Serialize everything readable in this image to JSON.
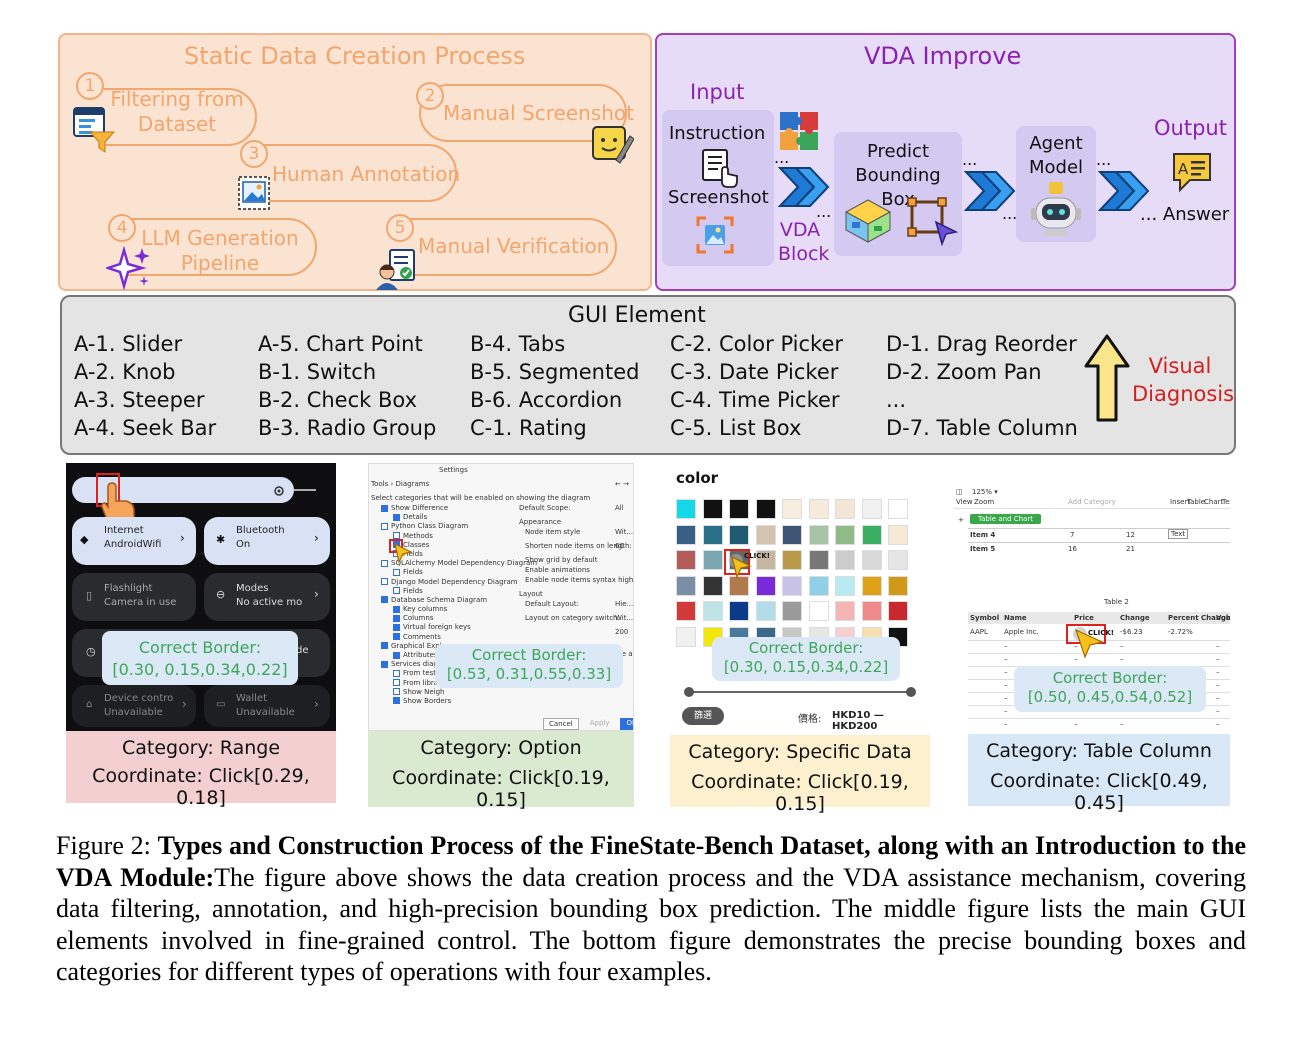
{
  "static_panel": {
    "title": "Static Data Creation Process",
    "steps": [
      {
        "num": "1",
        "label_lines": [
          "Filtering from",
          "Dataset"
        ]
      },
      {
        "num": "2",
        "label_lines": [
          "Manual Screenshot"
        ]
      },
      {
        "num": "3",
        "label_lines": [
          "Human Annotation"
        ]
      },
      {
        "num": "4",
        "label_lines": [
          "LLM Generation",
          "Pipeline"
        ]
      },
      {
        "num": "5",
        "label_lines": [
          "Manual Verification"
        ]
      }
    ]
  },
  "vda_panel": {
    "title": "VDA Improve",
    "input_label": "Input",
    "instruction_label": "Instruction",
    "screenshot_label": "Screenshot",
    "vda_block_lines": [
      "VDA",
      "Block"
    ],
    "predict_lines": [
      "Predict",
      "Bounding Box"
    ],
    "agent_lines": [
      "Agent",
      "Model"
    ],
    "output_label": "Output",
    "answer_label": "... Answer",
    "ellipsis": "..."
  },
  "gui_panel": {
    "title": "GUI Element",
    "columns": [
      [
        "A-1. Slider",
        "A-2. Knob",
        "A-3. Steeper",
        "A-4. Seek Bar"
      ],
      [
        "A-5. Chart Point",
        "B-1. Switch",
        "B-2. Check Box",
        "B-3.  Radio Group"
      ],
      [
        "B-4. Tabs",
        "B-5. Segmented",
        "B-6. Accordion",
        "C-1. Rating"
      ],
      [
        "C-2. Color Picker",
        "C-3. Date Picker",
        "C-4. Time Picker",
        "C-5. List Box"
      ],
      [
        "D-1. Drag Reorder",
        "D-2. Zoom Pan",
        "...",
        "D-7. Table Column"
      ]
    ],
    "visual_diagnosis_lines": [
      "Visual",
      "Diagnosis"
    ]
  },
  "examples": [
    {
      "correct_border_title": "Correct Border:",
      "correct_border_value": "[0.30, 0.15,0.34,0.22]",
      "category": "Category: Range",
      "coordinate": "Coordinate: Click[0.29, 0.18]",
      "bg": "#f3cfcf",
      "screen": {
        "tiles": [
          {
            "title": "Internet",
            "sub": "AndroidWifi"
          },
          {
            "title": "Bluetooth",
            "sub": "On"
          },
          {
            "title": "Flashlight",
            "sub": "Camera in use"
          },
          {
            "title": "Modes",
            "sub": "No active mo"
          },
          {
            "title": "Device contro",
            "sub": "Unavailable"
          },
          {
            "title": "Wallet",
            "sub": "Unavailable"
          }
        ],
        "partial_label": "de"
      }
    },
    {
      "correct_border_title": "Correct Border:",
      "correct_border_value": "[0.53, 0.31,0.55,0.33]",
      "category": "Category: Option",
      "coordinate": "Coordinate: Click[0.19, 0.15]",
      "bg": "#d9ead0",
      "screen": {
        "window_title": "Settings",
        "breadcrumb": "Tools  ›  Diagrams",
        "description": "Select categories that will be enabled on showing the diagram",
        "tree": [
          "Show Difference",
          "Details",
          "Python Class Diagram",
          "Methods",
          "Classes",
          "Fields",
          "SQLAlchemy Model Dependency Diagram",
          "Fields",
          "Django Model Dependency Diagram",
          "Fields",
          "Database Schema Diagram",
          "Key columns",
          "Columns",
          "Virtual foreign keys",
          "Comments",
          "Graphical Expl",
          "Attributes",
          "Services diag",
          "From tests",
          "From librari",
          "Show Neigh",
          "Show Borders"
        ],
        "right_items": [
          "Default Scope:",
          "All",
          "Appearance",
          "Node item style",
          "Wit...",
          "Shorten node items on length:",
          "60",
          "Show grid by default",
          "Enable animations",
          "Enable node items syntax highlighting",
          "Layout",
          "Default Layout:",
          "Hie...",
          "Layout on category switch:",
          "Wit...ter",
          "200",
          "re ac"
        ],
        "buttons": [
          "Cancel",
          "Apply",
          "OK"
        ]
      }
    },
    {
      "correct_border_title": "Correct Border:",
      "correct_border_value": "[0.30, 0.15,0.34,0.22]",
      "category": "Category: Specific Data",
      "coordinate": "Coordinate: Click[0.19, 0.15]",
      "bg": "#fdf0cf",
      "screen": {
        "heading": "color",
        "click_label": "CLICK!",
        "filter_button": "篩選",
        "price_label": "價格:",
        "price_range": "HKD10 — HKD200",
        "swatches": [
          "#16d9e8",
          "#111111",
          "#111111",
          "#111111",
          "#f8eedf",
          "#f5eadb",
          "#f3e6d6",
          "#f0f0f0",
          "#ffffff",
          "#3a5f86",
          "#2a6f88",
          "#205a70",
          "#d3c3b0",
          "#3d5475",
          "#a6c4a4",
          "#8ebb88",
          "#3aaf62",
          "#f6e9d6",
          "#b55a5a",
          "#7aa7b0",
          "#666666",
          "#c8b7a0",
          "#b89a4a",
          "#777777",
          "#cccccc",
          "#d8d8d8",
          "#e5e5e5",
          "#7a8fa5",
          "#333333",
          "#b27a4a",
          "#7a2ad8",
          "#c8c2e6",
          "#8fd0e6",
          "#b8eaf2",
          "#e0a018",
          "#d09a18",
          "#d23a3a",
          "#bfe2e6",
          "#0b3a8a",
          "#b2dcea",
          "#9a9a9a",
          "#ffffff",
          "#f6b5b5",
          "#ee8a8a",
          "#c8282e",
          "#f0f0f0",
          "#f2e70a",
          "#4a7a9a",
          "#3a6a8a",
          "#c8c8c8",
          "#e6e6e6",
          "#f6d0d0",
          "#f5e0b0",
          "#111111"
        ]
      }
    },
    {
      "correct_border_title": "Correct Border:",
      "correct_border_value": "[0.50, 0.45,0.54,0.52]",
      "category": "Category: Table Column",
      "coordinate": "Coordinate: Click[0.49, 0.45]",
      "bg": "#d9e8f7",
      "screen": {
        "zoom": "125% ▾",
        "toolbar_left": [
          "View",
          "Zoom"
        ],
        "add_category": "Add Category",
        "toolbar_right": [
          "Insert",
          "Table",
          "Chart",
          "Text"
        ],
        "green_button": "Table and Chart",
        "text_chip": "Text",
        "top_rows": [
          {
            "label": "Item 4",
            "a": "7",
            "b": "12"
          },
          {
            "label": "Item 5",
            "a": "16",
            "b": "21"
          }
        ],
        "table_title": "Table 2",
        "headers": [
          "Symbol",
          "Name",
          "Price",
          "Change",
          "Percent Change",
          "Volum"
        ],
        "row1": [
          "AAPL",
          "Apple Inc.",
          "",
          "-$6.23",
          "-2.72%",
          ""
        ],
        "click_label": "CLICK!",
        "dash": "–"
      }
    }
  ],
  "caption": {
    "prefix": "Figure 2: ",
    "bold": "Types and Construction Process of the FineState-Bench Dataset, along with an Introduction to the VDA Module:",
    "rest": "The figure above shows the data creation process and the VDA assistance mechanism, covering data filtering, annotation, and high-precision bounding box prediction. The middle figure lists the main GUI elements involved in fine-grained control. The bottom figure demonstrates the precise bounding boxes and categories for different types of operations with four examples."
  }
}
